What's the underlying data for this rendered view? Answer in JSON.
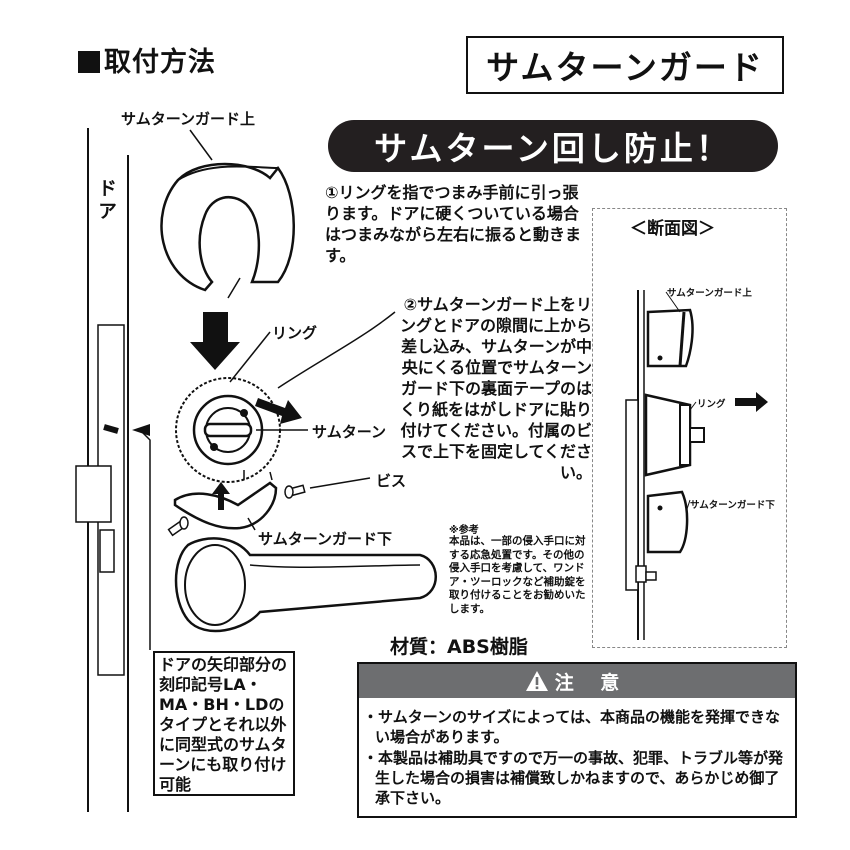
{
  "header": {
    "section_heading": "取付方法",
    "product_title": "サムターンガード"
  },
  "banner": "サムターン回し防止！",
  "steps": [
    "①リングを指でつまみ手前に引っ張ります。ドアに硬くついている場合はつまみながら左右に振ると動きます。",
    "②サムターンガード上をリングとドアの隙間に上から差し込み、サムターンが中央にくる位置でサムターンガード下の裏面テープのはくり紙をはがしドアに貼り付けてください。付属のビスで上下を固定してください。"
  ],
  "note": {
    "title": "※参考",
    "body": "本品は、一部の侵入手口に対する応急処置です。その他の侵入手口を考慮して、ワンドア・ツーロックなど補助錠を取り付けることをお勧めいたします。"
  },
  "diagram_labels": {
    "door": "ドア",
    "guard_top": "サムターンガード上",
    "ring": "リング",
    "thumbturn": "サムターン",
    "screw": "ビス",
    "guard_bottom": "サムターンガード下"
  },
  "compatibility": "ドアの矢印部分の刻印記号LA・MA・BH・LDのタイプとそれ以外に同型式のサムターンにも取り付け可能",
  "cross_section": {
    "title": "＜断面図＞",
    "guard_top": "サムターンガード上",
    "ring": "リング",
    "guard_bottom": "サムターンガード下"
  },
  "material": "材質：ABS樹脂",
  "caution": {
    "title": "注 意",
    "items": [
      "・サムターンのサイズによっては、本商品の機能を発揮できない場合があります。",
      "・本製品は補助具ですので万一の事故、犯罪、トラブル等が発生した場合の損害は補償致しかねますので、あらかじめ御了承下さい。"
    ]
  },
  "colors": {
    "banner_bg": "#231f20",
    "caution_header_bg": "#6d6e70",
    "text": "#111111"
  }
}
